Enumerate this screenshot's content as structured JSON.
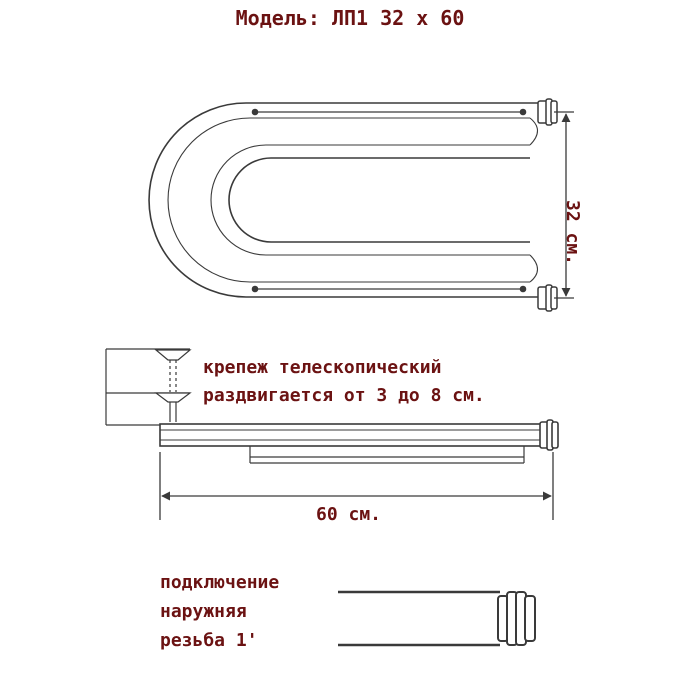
{
  "title": "Модель: ЛП1 32 x 60",
  "mount_note": {
    "line1": "крепеж телескопический",
    "line2": "раздвигается от 3 до 8 см."
  },
  "dimensions": {
    "width_label": "60 см.",
    "height_label": "32 см."
  },
  "connection_note": {
    "line1": "подключение",
    "line2": "наружняя",
    "line3": "резьба 1'"
  },
  "colors": {
    "text": "#6b1212",
    "line": "#3a3a3a"
  }
}
